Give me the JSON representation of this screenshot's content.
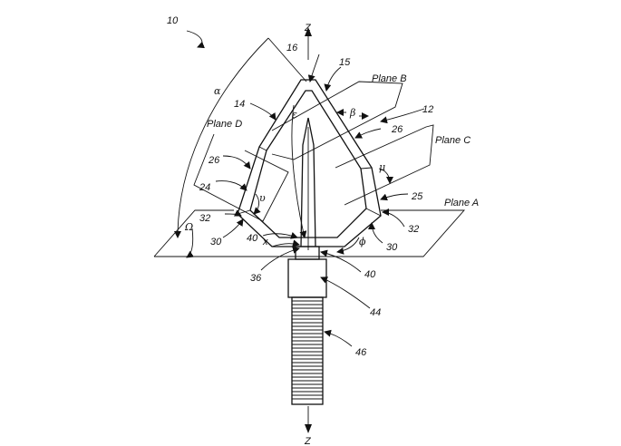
{
  "figure": {
    "labels": {
      "n10": "10",
      "n12": "12",
      "n14": "14",
      "n15": "15",
      "n16": "16",
      "n24": "24",
      "n25": "25",
      "n26a": "26",
      "n26b": "26",
      "n30a": "30",
      "n30b": "30",
      "n32a": "32",
      "n32b": "32",
      "n36": "36",
      "n40a": "40",
      "n40b": "40",
      "n44": "44",
      "n46": "46"
    },
    "planes": {
      "a": "Plane A",
      "b": "Plane B",
      "c": "Plane C",
      "d": "Plane D"
    },
    "axes": {
      "z_top": "Z",
      "z_bottom": "Z"
    },
    "angles": {
      "alpha": "α",
      "beta": "β",
      "epsilon": "ε",
      "mu": "μ",
      "upsilon": "υ",
      "omega": "Ω",
      "chi": "x",
      "phi": "ϕ"
    }
  }
}
